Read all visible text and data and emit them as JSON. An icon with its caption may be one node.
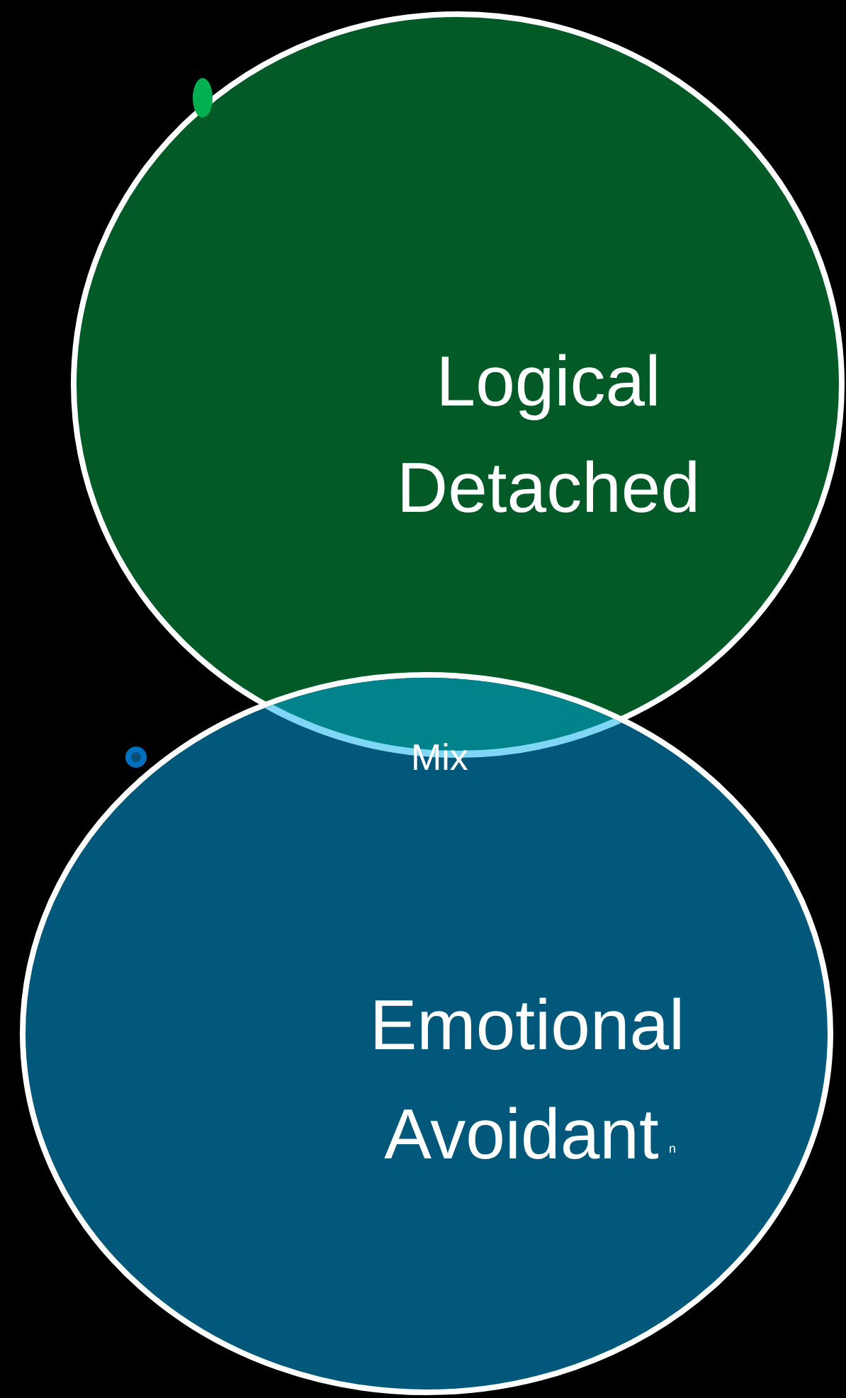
{
  "diagram": {
    "nodes": [
      {
        "text": [
          "Logical",
          "Detached"
        ]
      },
      {
        "text": [
          "Emotional",
          "Avoidant"
        ]
      },
      {
        "text": [],
        "shape": "lens"
      }
    ],
    "labels": [
      "Mix",
      "n"
    ]
  }
}
